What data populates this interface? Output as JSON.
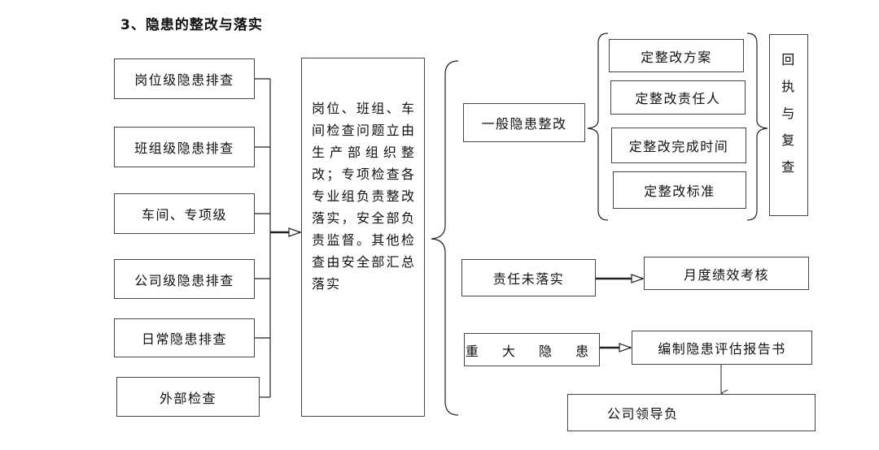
{
  "title": "3、隐患的整改与落实",
  "sources": [
    "岗位级隐患排查",
    "班组级隐患排查",
    "车间、专项级",
    "公司级隐患排查",
    "日常隐患排查",
    "外部检查"
  ],
  "center_text": "岗位、班组、车间检查问题立由生产部组织整改；专项检查各专业组负责整改落实，安全部负责监督。其他检查由安全部汇总落实",
  "general": {
    "label": "一般隐患整改",
    "steps": [
      "定整改方案",
      "定整改责任人",
      "定整改完成时间",
      "定整改标准"
    ],
    "followup_chars": [
      "回",
      "执",
      "与",
      "复",
      "查"
    ]
  },
  "unimplemented": {
    "label": "责任未落实",
    "result": "月度绩效考核"
  },
  "major": {
    "label": "重 大 隐 患",
    "report": "编制隐患评估报告书",
    "leader": "公司领导负"
  }
}
